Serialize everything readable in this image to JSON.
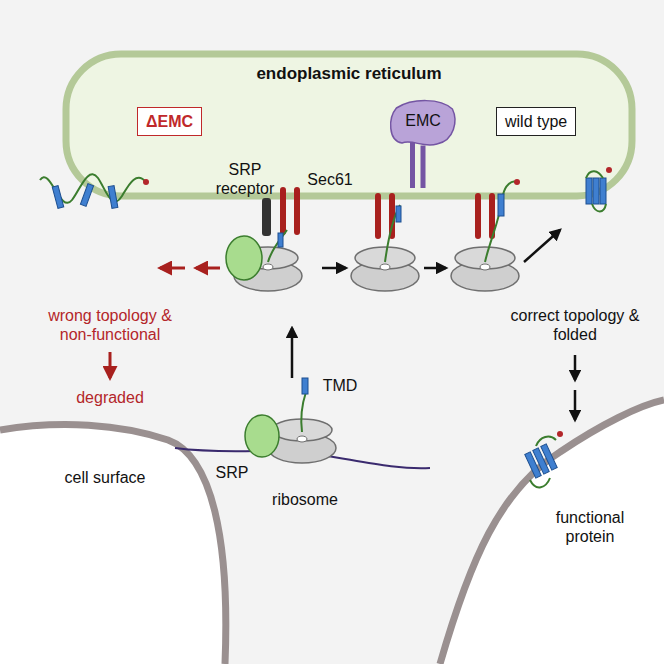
{
  "diagram": {
    "nodes": [
      {
        "text": [
          "endoplasmic reticulum"
        ]
      },
      {
        "text": [
          "ΔEMC"
        ],
        "in": 0
      },
      {
        "text": [
          "wild type"
        ],
        "in": 0
      },
      {
        "text": [
          "EMC"
        ],
        "in": 0
      }
    ],
    "labels": [
      "SRP receptor",
      "Sec61",
      "wrong topology & non-functional",
      "degraded",
      "correct topology & folded",
      "TMD",
      "SRP",
      "ribosome",
      "cell surface",
      "functional protein"
    ]
  }
}
